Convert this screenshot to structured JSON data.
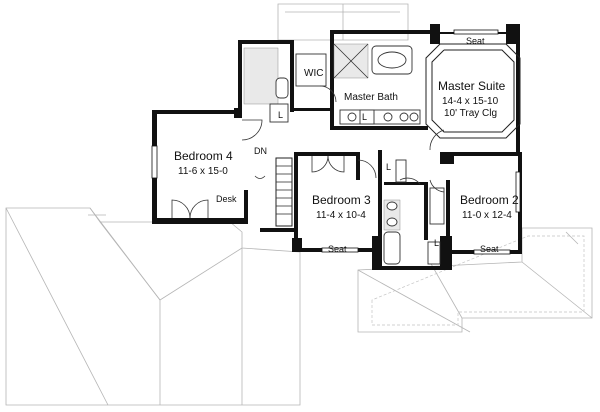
{
  "rooms": {
    "master_suite": {
      "name": "Master Suite",
      "dim": "14-4 x 15-10",
      "ceiling": "10' Tray Clg"
    },
    "master_bath": {
      "name": "Master Bath"
    },
    "wic": {
      "name": "WIC"
    },
    "bedroom4": {
      "name": "Bedroom 4",
      "dim": "11-6 x 15-0"
    },
    "bedroom3": {
      "name": "Bedroom 3",
      "dim": "11-4 x 10-4"
    },
    "bedroom2": {
      "name": "Bedroom 2",
      "dim": "11-0 x 12-4"
    }
  },
  "labels": {
    "dn": "DN",
    "desk": "Desk",
    "seat": "Seat",
    "linen": "L"
  }
}
